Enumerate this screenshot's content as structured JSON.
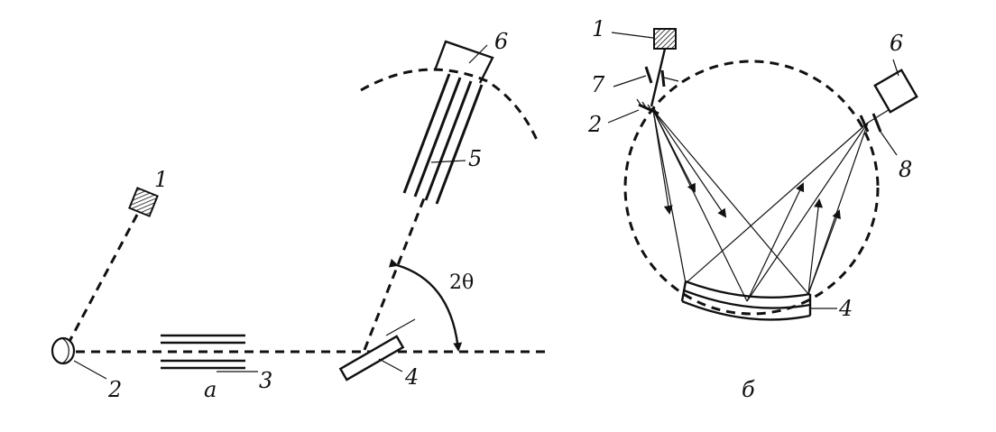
{
  "figure_a": {
    "sublabel": "а",
    "angle_label": "2θ",
    "labels": {
      "n1": "1",
      "n2": "2",
      "n3": "3",
      "n4": "4",
      "n5": "5",
      "n6": "6"
    }
  },
  "figure_b": {
    "sublabel": "б",
    "labels": {
      "n1": "1",
      "n2": "2",
      "n4": "4",
      "n6": "6",
      "n7": "7",
      "n8": "8"
    }
  },
  "colors": {
    "ink": "#111111",
    "background": "#ffffff"
  }
}
